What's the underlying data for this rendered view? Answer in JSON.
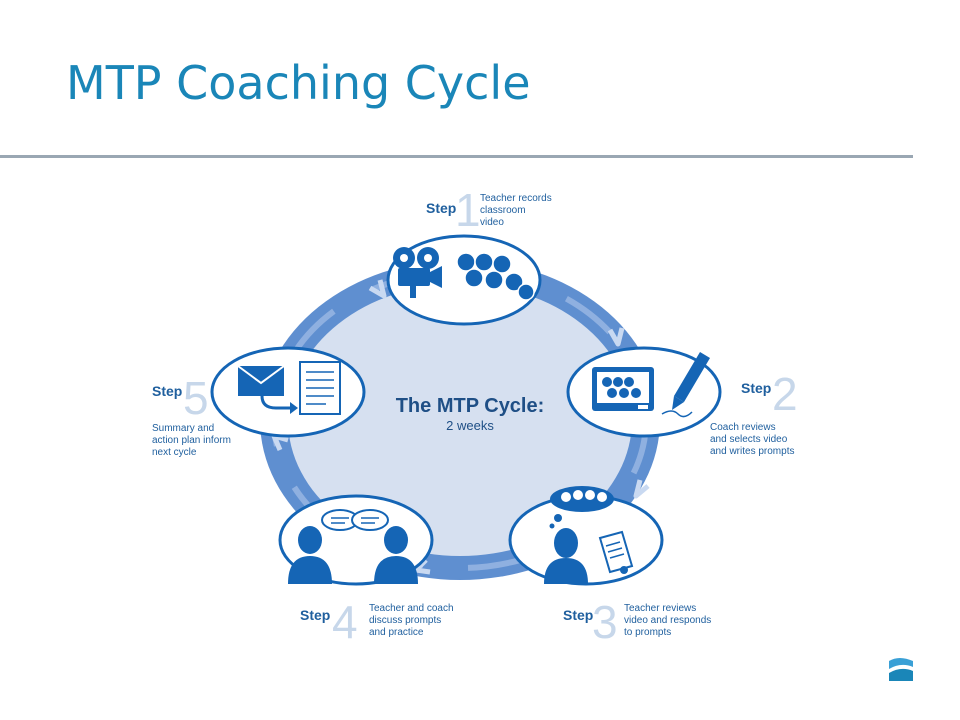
{
  "title": "MTP Coaching Cycle",
  "colors": {
    "title": "#1a86b8",
    "ring": "#5f8fd0",
    "ring_inner": "#d6e0f0",
    "icon": "#1565b5",
    "step_number": "#c7d7ea"
  },
  "center": {
    "title": "The MTP Cycle:",
    "subtitle": "2 weeks"
  },
  "steps": [
    {
      "word": "Step",
      "number": "1",
      "lines": [
        "Teacher records",
        "classroom",
        "video"
      ],
      "icon": "video-camera-and-students-icon"
    },
    {
      "word": "Step",
      "number": "2",
      "lines": [
        "Coach reviews",
        "and selects video",
        "and writes prompts"
      ],
      "icon": "screen-and-pen-icon"
    },
    {
      "word": "Step",
      "number": "3",
      "lines": [
        "Teacher reviews",
        "video and responds",
        "to prompts"
      ],
      "icon": "teacher-thinking-icon"
    },
    {
      "word": "Step",
      "number": "4",
      "lines": [
        "Teacher and coach",
        "discuss prompts",
        "and practice"
      ],
      "icon": "conversation-icon"
    },
    {
      "word": "Step",
      "number": "5",
      "lines": [
        "Summary and",
        "action plan inform",
        "next cycle"
      ],
      "icon": "envelope-and-document-icon"
    }
  ]
}
